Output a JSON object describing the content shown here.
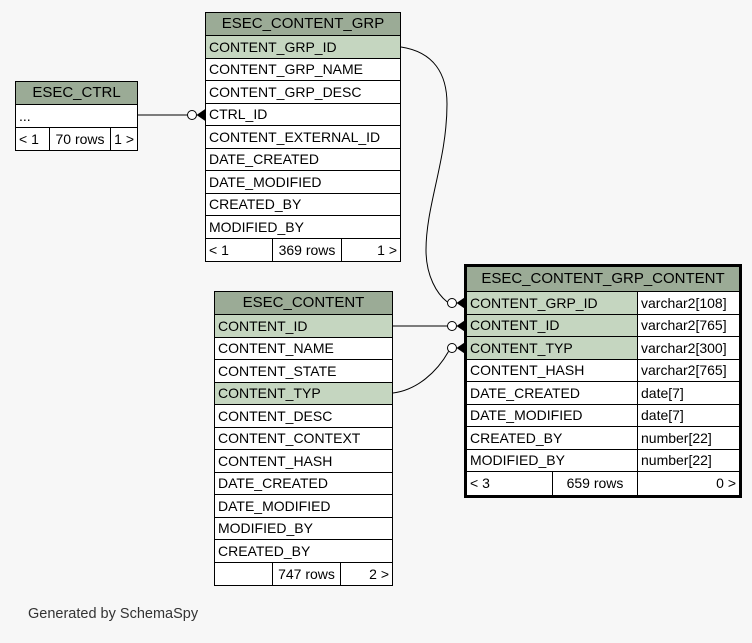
{
  "page": {
    "credit": "Generated by SchemaSpy",
    "background": "#f7f7f7"
  },
  "colors": {
    "table_header_bg": "#9bab96",
    "key_column_bg": "#c5d6c0",
    "table_border": "#000000"
  },
  "tables": {
    "esec_ctrl": {
      "title": "ESEC_CTRL",
      "columns": [
        {
          "name": "...",
          "key": false
        }
      ],
      "footer": [
        "< 1",
        "70 rows",
        "1 >"
      ]
    },
    "esec_content_grp": {
      "title": "ESEC_CONTENT_GRP",
      "columns": [
        {
          "name": "CONTENT_GRP_ID",
          "key": true
        },
        {
          "name": "CONTENT_GRP_NAME",
          "key": false
        },
        {
          "name": "CONTENT_GRP_DESC",
          "key": false
        },
        {
          "name": "CTRL_ID",
          "key": false
        },
        {
          "name": "CONTENT_EXTERNAL_ID",
          "key": false
        },
        {
          "name": "DATE_CREATED",
          "key": false
        },
        {
          "name": "DATE_MODIFIED",
          "key": false
        },
        {
          "name": "CREATED_BY",
          "key": false
        },
        {
          "name": "MODIFIED_BY",
          "key": false
        }
      ],
      "footer": [
        "< 1",
        "369 rows",
        "1 >"
      ]
    },
    "esec_content": {
      "title": "ESEC_CONTENT",
      "columns": [
        {
          "name": "CONTENT_ID",
          "key": true
        },
        {
          "name": "CONTENT_NAME",
          "key": false
        },
        {
          "name": "CONTENT_STATE",
          "key": false
        },
        {
          "name": "CONTENT_TYP",
          "key": true
        },
        {
          "name": "CONTENT_DESC",
          "key": false
        },
        {
          "name": "CONTENT_CONTEXT",
          "key": false
        },
        {
          "name": "CONTENT_HASH",
          "key": false
        },
        {
          "name": "DATE_CREATED",
          "key": false
        },
        {
          "name": "DATE_MODIFIED",
          "key": false
        },
        {
          "name": "MODIFIED_BY",
          "key": false
        },
        {
          "name": "CREATED_BY",
          "key": false
        }
      ],
      "footer": [
        "",
        "747 rows",
        "2 >"
      ]
    },
    "esec_content_grp_content": {
      "title": "ESEC_CONTENT_GRP_CONTENT",
      "highlighted": true,
      "columns": [
        {
          "name": "CONTENT_GRP_ID",
          "type": "varchar2[108]",
          "key": true
        },
        {
          "name": "CONTENT_ID",
          "type": "varchar2[765]",
          "key": true
        },
        {
          "name": "CONTENT_TYP",
          "type": "varchar2[300]",
          "key": true
        },
        {
          "name": "CONTENT_HASH",
          "type": "varchar2[765]",
          "key": false
        },
        {
          "name": "DATE_CREATED",
          "type": "date[7]",
          "key": false
        },
        {
          "name": "DATE_MODIFIED",
          "type": "date[7]",
          "key": false
        },
        {
          "name": "CREATED_BY",
          "type": "number[22]",
          "key": false
        },
        {
          "name": "MODIFIED_BY",
          "type": "number[22]",
          "key": false
        }
      ],
      "footer": [
        "< 3",
        "659 rows",
        "0 >"
      ]
    }
  },
  "relationships": [
    {
      "from": "ESEC_CTRL",
      "to": "ESEC_CONTENT_GRP.CTRL_ID"
    },
    {
      "from": "ESEC_CONTENT_GRP.CONTENT_GRP_ID",
      "to": "ESEC_CONTENT_GRP_CONTENT.CONTENT_GRP_ID"
    },
    {
      "from": "ESEC_CONTENT.CONTENT_ID",
      "to": "ESEC_CONTENT_GRP_CONTENT.CONTENT_ID"
    },
    {
      "from": "ESEC_CONTENT.CONTENT_TYP",
      "to": "ESEC_CONTENT_GRP_CONTENT.CONTENT_TYP"
    }
  ]
}
